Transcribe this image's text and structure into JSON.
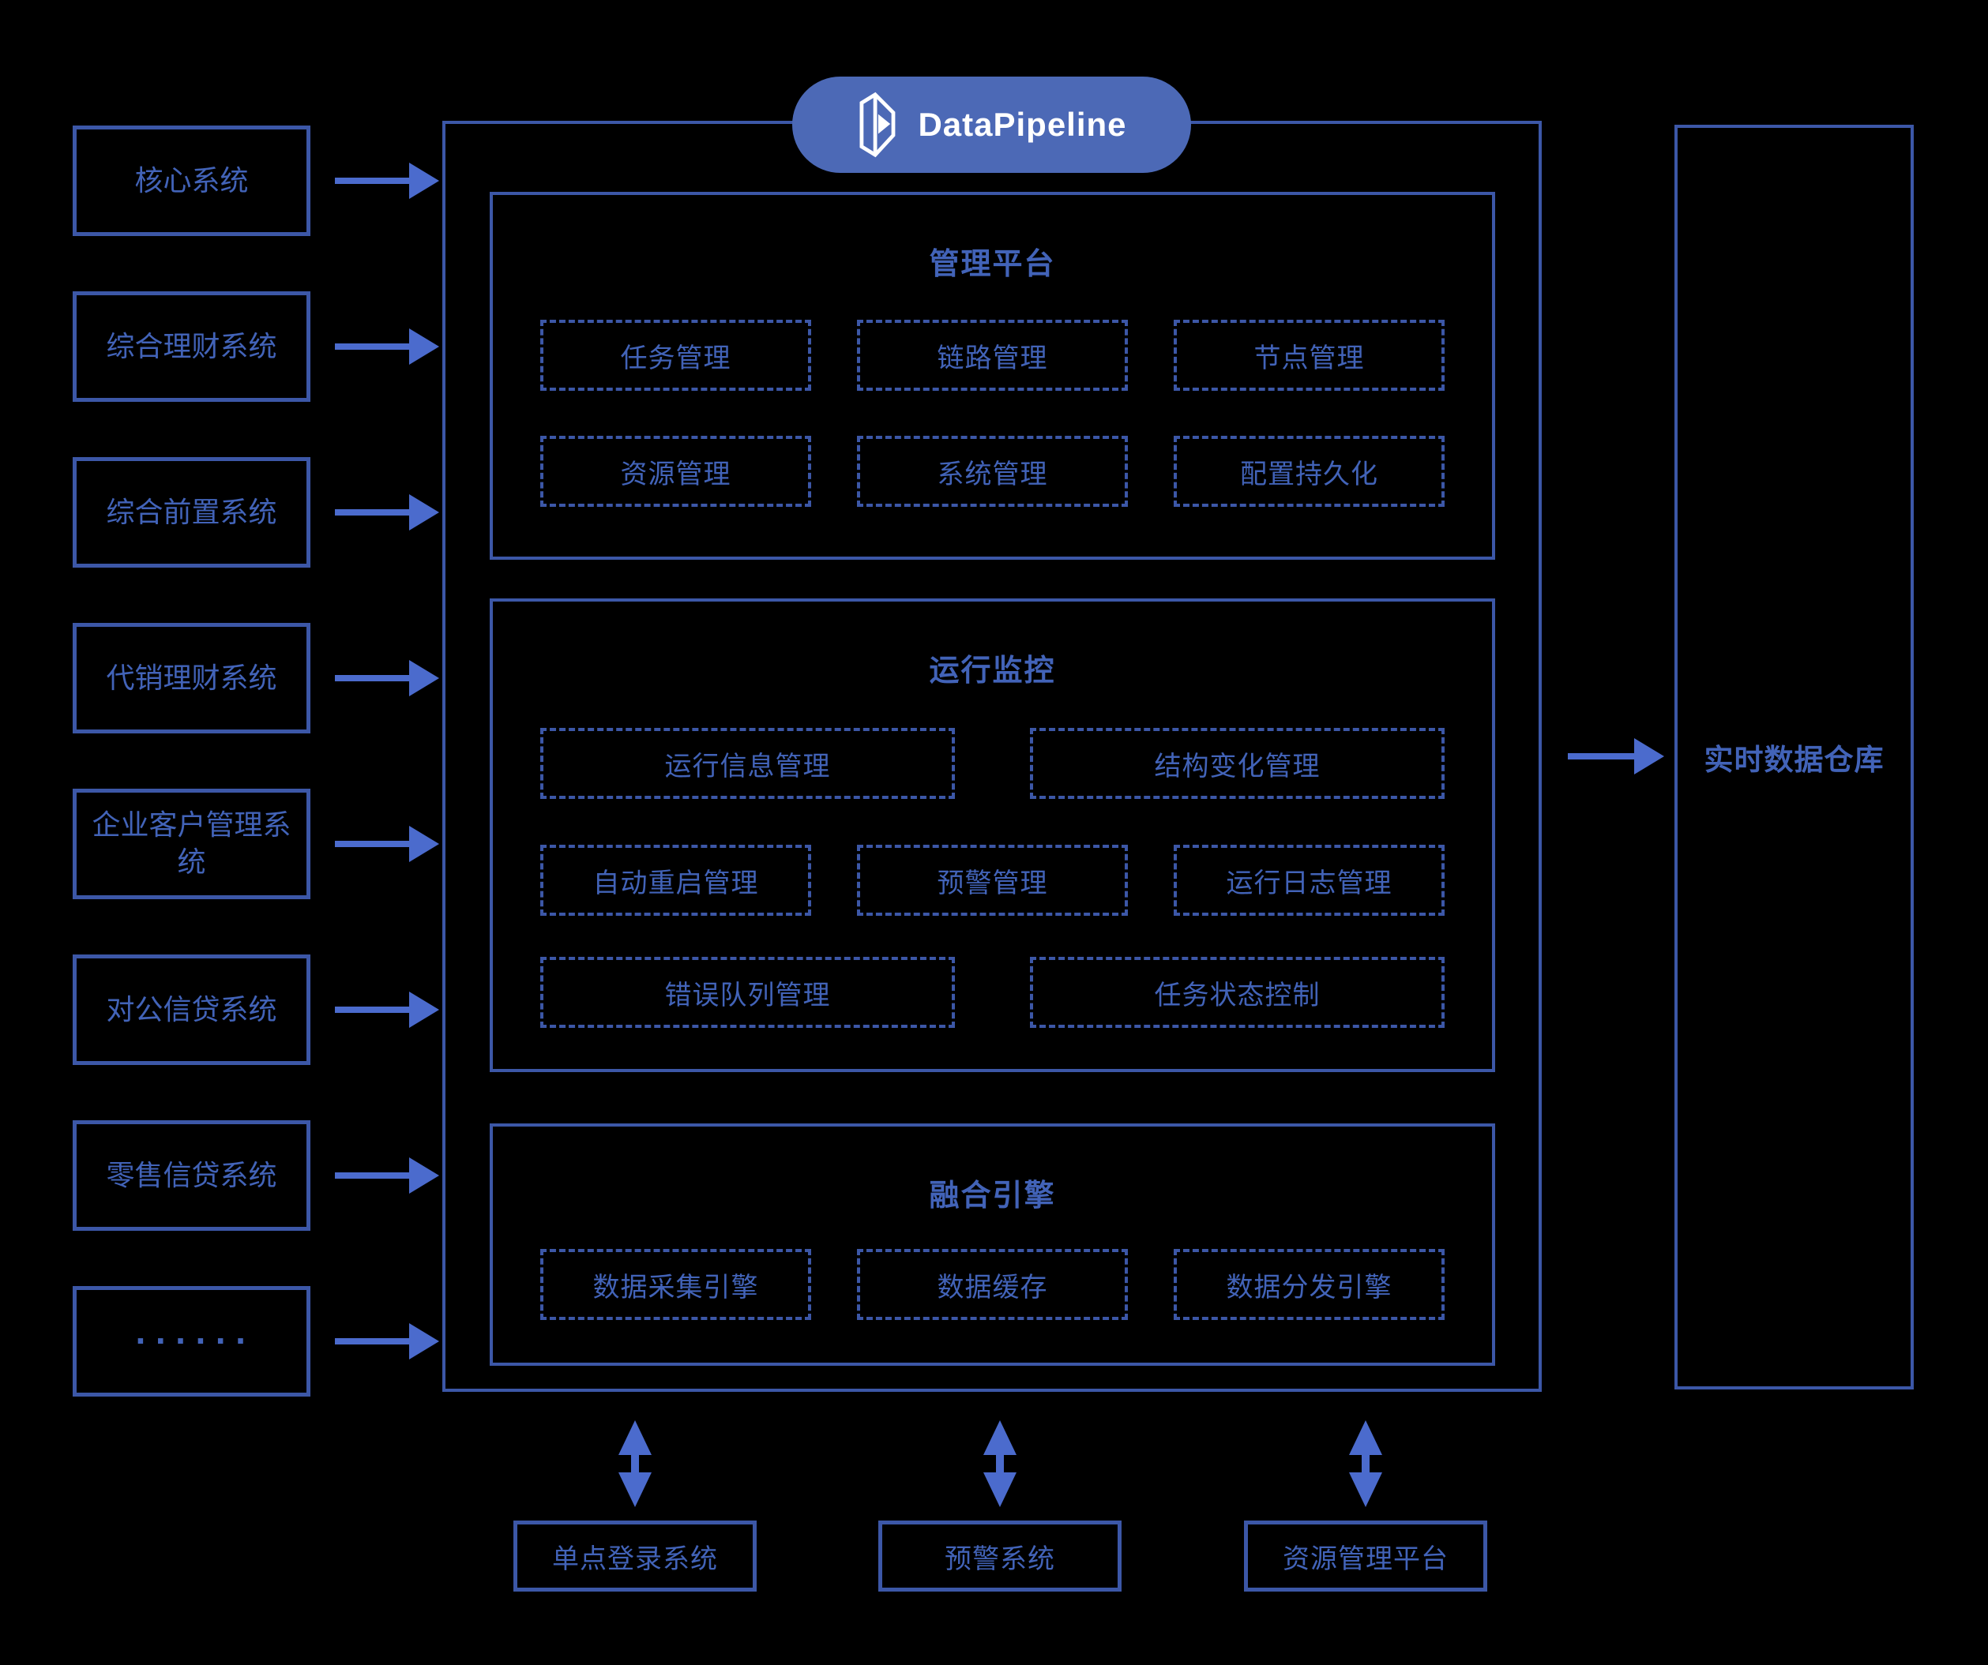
{
  "colors": {
    "background": "#000000",
    "line": "#3c57a7",
    "text": "#4263b8",
    "arrow": "#4b6bcd",
    "badge_fill": "#4c69b6",
    "badge_text": "#ffffff"
  },
  "badge": {
    "label": "DataPipeline",
    "logo_icon": "datapipeline-prism-icon"
  },
  "left_systems": [
    "核心系统",
    "综合理财系统",
    "综合前置系统",
    "代销理财系统",
    "企业客户管理系统",
    "对公信贷系统",
    "零售信贷系统",
    "······"
  ],
  "platform": {
    "sections": [
      {
        "title": "管理平台",
        "rows": [
          [
            "任务管理",
            "链路管理",
            "节点管理"
          ],
          [
            "资源管理",
            "系统管理",
            "配置持久化"
          ]
        ]
      },
      {
        "title": "运行监控",
        "rows": [
          [
            "运行信息管理",
            "结构变化管理"
          ],
          [
            "自动重启管理",
            "预警管理",
            "运行日志管理"
          ],
          [
            "错误队列管理",
            "任务状态控制"
          ]
        ]
      },
      {
        "title": "融合引擎",
        "rows": [
          [
            "数据采集引擎",
            "数据缓存",
            "数据分发引擎"
          ]
        ]
      }
    ]
  },
  "warehouse": {
    "label": "实时数据仓库"
  },
  "bottom_systems": [
    "单点登录系统",
    "预警系统",
    "资源管理平台"
  ]
}
